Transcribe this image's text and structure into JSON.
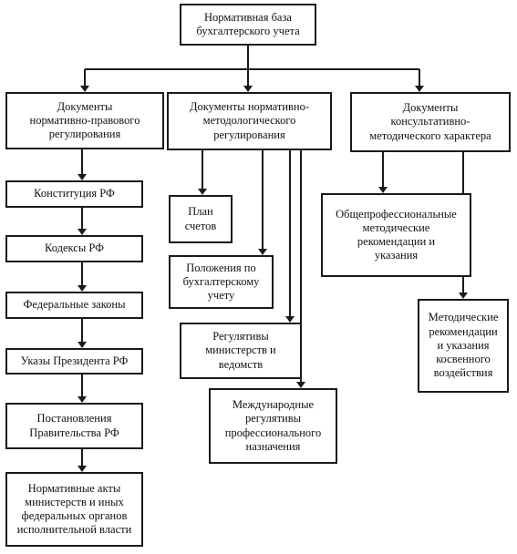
{
  "diagram": {
    "root": "Нормативная база\nбухгалтерского учета",
    "groups": {
      "legal": "Документы\nнормативно-правового\nрегулирования",
      "methodological": "Документы нормативно-\nметодологического\nрегулирования",
      "consultative": "Документы\nконсультативно-\nметодического характера"
    },
    "legal_items": [
      "Конституция РФ",
      "Кодексы РФ",
      "Федеральные законы",
      "Указы Президента РФ",
      "Постановления\nПравительства РФ",
      "Нормативные акты\nминистерств и иных\nфедеральных органов\nисполнительной власти"
    ],
    "method_items": [
      "План\nсчетов",
      "Положения по\nбухгалтерскому\nучету",
      "Регулятивы\nминистерств и\nведомств",
      "Международные\nрегулятивы\nпрофессионального\nназначения"
    ],
    "consult_items": [
      "Общепрофессиональные\nметодические\nрекомендации и\nуказания",
      "Методические\nрекомендации\nи указания\nкосвенного\nвоздействия"
    ]
  }
}
